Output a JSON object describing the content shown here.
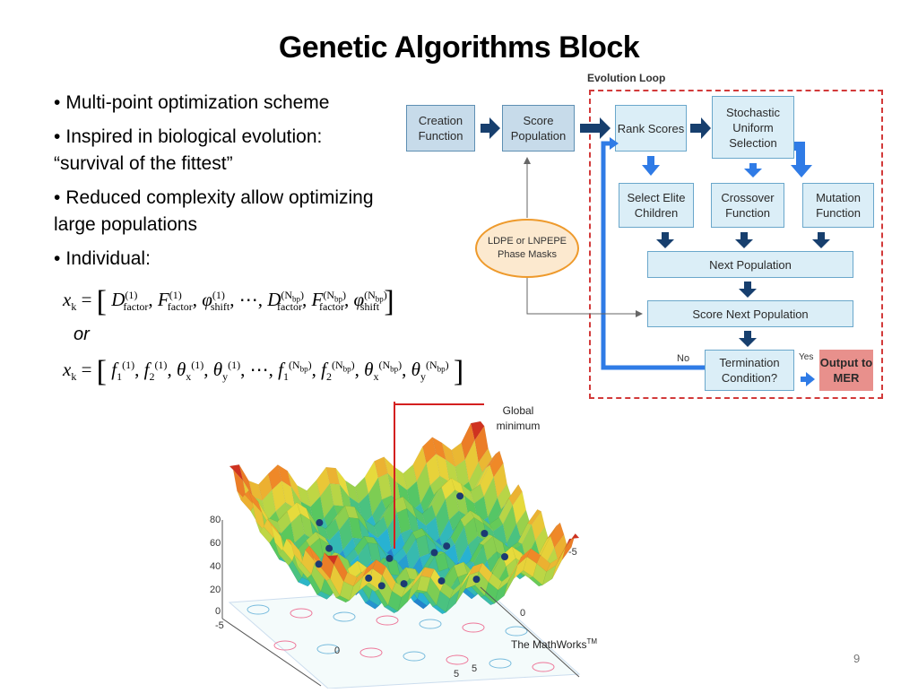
{
  "slide": {
    "title": "Genetic Algorithms Block",
    "page_number": "9",
    "bullets": [
      {
        "dot": "•",
        "text": "Multi-point optimization scheme"
      },
      {
        "dot": "•",
        "text": "Inspired in biological evolution: “survival of the fittest”"
      },
      {
        "dot": "•",
        "text": "Reduced complexity allow optimizing large populations"
      },
      {
        "dot": "•",
        "text": "Individual:"
      }
    ],
    "formula1": {
      "lhs": "x",
      "lhs_sub": "k",
      "eq": "=",
      "D": "D",
      "F": "F",
      "phi": "φ",
      "dots": "⋯",
      "sup1": "(1)",
      "supN": "(N",
      "supN_sub": "bp",
      "supN_close": ")",
      "factor": "factor",
      "shift": "shift",
      "comma": ","
    },
    "or_text": "or",
    "formula2": {
      "lhs": "x",
      "lhs_sub": "k",
      "eq": "=",
      "f": "f",
      "theta": "θ",
      "dots": "⋯",
      "sub1": "1",
      "sub2": "2",
      "subx": "x",
      "suby": "y",
      "sup1": "(1)",
      "supN": "(N",
      "supN_sub": "bp",
      "supN_close": ")",
      "comma": ","
    },
    "flowchart": {
      "loop_title": "Evolution Loop",
      "creation": "Creation Function",
      "score_population": "Score Population",
      "rank_scores": "Rank Scores",
      "stochastic": "Stochastic Uniform Selection",
      "select_elite": "Select Elite Children",
      "crossover": "Crossover Function",
      "mutation": "Mutation Function",
      "next_population": "Next Population",
      "score_next": "Score Next Population",
      "termination": "Termination Condition?",
      "output": "Output to MER",
      "masks": "LDPE or LNPEPE Phase Masks",
      "no_label": "No",
      "yes_label": "Yes"
    },
    "plot": {
      "global_minimum_label": "Global minimum",
      "credit": "The MathWorks",
      "credit_sup": "TM",
      "z_ticks": [
        "80",
        "60",
        "40",
        "20",
        "0"
      ],
      "left_ticks": [
        "-5",
        "0",
        "5"
      ],
      "right_ticks": [
        "-5",
        "0",
        "5"
      ]
    },
    "colors": {
      "box_fill": "#dbeef7",
      "box_border": "#6aa7cb",
      "arrow_dark": "#173f6e",
      "arrow_blue": "#2f7be6",
      "loop_border": "#d23a3a",
      "output_fill": "#e8908c",
      "ellipse_border": "#ee9a2c",
      "ellipse_fill": "#fce9cf"
    }
  }
}
